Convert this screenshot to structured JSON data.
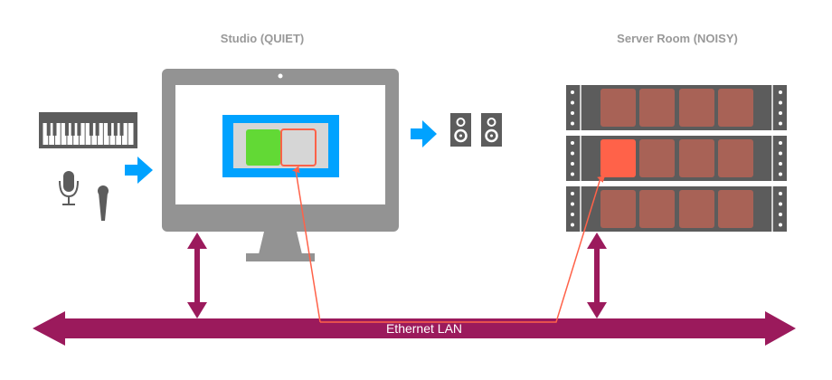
{
  "title_left": "Studio (QUIET)",
  "title_right": "Server Room (NOISY)",
  "network_label": "Ethernet LAN",
  "colors": {
    "device_gray": "#939393",
    "icon_dark": "#5c5c5c",
    "rack_bg": "#5c5c5c",
    "rack_slot": "#a86256",
    "active_slot": "#ff6249",
    "flow_arrow": "#00a2ff",
    "lan": "#9b1a5c",
    "window_border": "#00a2ff",
    "window_bg": "#d6d6d6",
    "plugin_green": "#62d935",
    "link_line": "#ff6249",
    "label_gray": "#999999"
  },
  "studio": {
    "inputs": [
      "keyboard-icon",
      "microphone-icon",
      "handheld-microphone-icon"
    ],
    "outputs": [
      "speaker-icon",
      "speaker-icon"
    ],
    "computer": "imac-icon",
    "plugins": [
      {
        "name": "local-plugin",
        "color": "green"
      },
      {
        "name": "remote-plugin",
        "color": "outlined-red"
      }
    ]
  },
  "server_room": {
    "racks": [
      {
        "slots": 4,
        "active_slot": null
      },
      {
        "slots": 4,
        "active_slot": 0
      },
      {
        "slots": 4,
        "active_slot": null
      }
    ]
  }
}
